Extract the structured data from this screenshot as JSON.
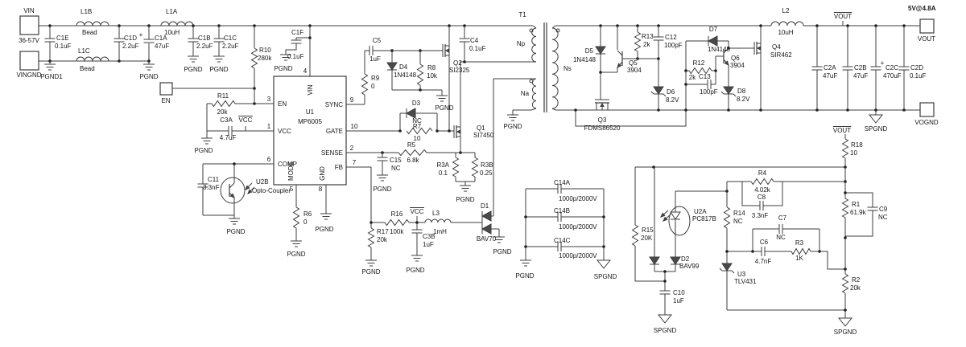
{
  "schematic": {
    "labels": [
      [
        "vin-terminal-label",
        "VIN",
        36,
        16,
        "m"
      ],
      [
        "vin-range",
        "36-57V",
        36,
        53,
        "m"
      ],
      [
        "vingnd-terminal-label",
        "VINGND",
        36,
        96,
        "m"
      ],
      [
        "pgnd1-label",
        "PGND1",
        64,
        98,
        "m"
      ],
      [
        "l1b-ref",
        "L1B",
        100,
        17,
        "s"
      ],
      [
        "l1b-val",
        "Bead",
        102,
        43,
        "s"
      ],
      [
        "l1c-ref",
        "L1C",
        97,
        66,
        "s"
      ],
      [
        "l1c-val",
        "Bead",
        99,
        88,
        "s"
      ],
      [
        "c1e-ref",
        "C1E",
        70,
        50,
        "s"
      ],
      [
        "c1e-val",
        "0.1uF",
        68,
        60,
        "s"
      ],
      [
        "c1d-ref",
        "C1D",
        154,
        50,
        "s"
      ],
      [
        "c1d-val",
        "2.2uF",
        152,
        60,
        "s"
      ],
      [
        "c1a-plus",
        "+",
        175,
        46,
        "m"
      ],
      [
        "c1a-ref",
        "C1A",
        192,
        50,
        "s"
      ],
      [
        "c1a-val",
        "47uF",
        192,
        60,
        "s"
      ],
      [
        "l1a-ref",
        "L1A",
        206,
        17,
        "s"
      ],
      [
        "l1a-val",
        "10uH",
        204,
        43,
        "s"
      ],
      [
        "c1b-ref",
        "C1B",
        246,
        50,
        "s"
      ],
      [
        "c1b-val",
        "2.2uF",
        244,
        60,
        "s"
      ],
      [
        "c1c-ref",
        "C1C",
        278,
        50,
        "s"
      ],
      [
        "c1c-val",
        "2.2uF",
        276,
        60,
        "s"
      ],
      [
        "pgnd-c1a",
        "PGND",
        185,
        98,
        "m"
      ],
      [
        "pgnd-c1b",
        "PGND",
        240,
        89,
        "m"
      ],
      [
        "pgnd-c1c",
        "PGND",
        272,
        89,
        "m"
      ],
      [
        "r10-ref",
        "R10",
        322,
        65,
        "s"
      ],
      [
        "r10-val",
        "280k",
        320,
        75,
        "s"
      ],
      [
        "c1f-ref",
        "C1F",
        362,
        43,
        "s"
      ],
      [
        "c1f-val",
        "0.1uF",
        357,
        73,
        "s"
      ],
      [
        "pgnd-c1f",
        "PGND",
        352,
        88,
        "m"
      ],
      [
        "en-terminal-label",
        "EN",
        206,
        128,
        "m"
      ],
      [
        "r11-ref",
        "R11",
        277,
        122,
        "m"
      ],
      [
        "r11-val",
        "20k",
        276,
        142,
        "m"
      ],
      [
        "c3a-ref",
        "C3A",
        281,
        152,
        "m"
      ],
      [
        "vcc-flag-1",
        "VCC",
        305,
        152,
        "m",
        "o"
      ],
      [
        "c3a-val",
        "4.7uF",
        283,
        174,
        "m"
      ],
      [
        "pgnd-c3a",
        "PGND",
        253,
        190,
        "m"
      ],
      [
        "u1-ref",
        "U1",
        385,
        142,
        "m"
      ],
      [
        "u1-part",
        "MP6005",
        385,
        154,
        "m"
      ],
      [
        "u1-pin-en",
        "EN",
        345,
        132,
        "s"
      ],
      [
        "u1-pin-vcc",
        "VCC",
        345,
        166,
        "s"
      ],
      [
        "u1-pin-comp",
        "COMP",
        345,
        207,
        "s"
      ],
      [
        "u1-pin-sync",
        "SYNC",
        426,
        133,
        "e"
      ],
      [
        "u1-pin-gate",
        "GATE",
        426,
        166,
        "e"
      ],
      [
        "u1-pin-sense",
        "SENSE",
        426,
        193,
        "e"
      ],
      [
        "u1-pin-fb",
        "FB",
        426,
        211,
        "e"
      ],
      [
        "u1-pin-vin",
        "VIN",
        388,
        112,
        "m",
        "v"
      ],
      [
        "u1-pin-mode",
        "MODE",
        364,
        213,
        "m",
        "v"
      ],
      [
        "u1-pin-gnd",
        "GND",
        403,
        216,
        "m",
        "v"
      ],
      [
        "u1-pin3",
        "3",
        334,
        126,
        "m"
      ],
      [
        "u1-pin1",
        "1",
        334,
        160,
        "m"
      ],
      [
        "u1-pin6",
        "6",
        334,
        201,
        "m"
      ],
      [
        "u1-pin9",
        "9",
        437,
        127,
        "m"
      ],
      [
        "u1-pin10",
        "10",
        440,
        160,
        "m"
      ],
      [
        "u1-pin2",
        "2",
        437,
        187,
        "m"
      ],
      [
        "u1-pin7",
        "7",
        440,
        205,
        "m"
      ],
      [
        "u1-pin4",
        "4",
        379,
        91,
        "m"
      ],
      [
        "u1-pin5",
        "5",
        362,
        238,
        "m"
      ],
      [
        "u1-pin8",
        "8",
        398,
        238,
        "m"
      ],
      [
        "u2b-ref",
        "U2B",
        318,
        229,
        "s"
      ],
      [
        "u2b-part",
        "Opto-Coupler",
        313,
        240,
        "s"
      ],
      [
        "c11-ref",
        "C11",
        258,
        226,
        "s"
      ],
      [
        "c11-val",
        "3.3nF",
        252,
        236,
        "s"
      ],
      [
        "pgnd-u2b",
        "PGND",
        293,
        291,
        "m"
      ],
      [
        "r6-ref",
        "R6",
        377,
        269,
        "s"
      ],
      [
        "r6-val",
        "0",
        377,
        279,
        "s"
      ],
      [
        "pgnd-r6",
        "PGND",
        368,
        319,
        "m"
      ],
      [
        "pgnd-u1",
        "PGND",
        403,
        288,
        "m"
      ],
      [
        "r9-ref",
        "R9",
        461,
        100,
        "s"
      ],
      [
        "r9-val",
        "0",
        461,
        110,
        "s"
      ],
      [
        "c5-ref",
        "C5",
        468,
        53,
        "m"
      ],
      [
        "c5-val",
        "1uF",
        466,
        76,
        "m"
      ],
      [
        "d4-ref",
        "D4",
        496,
        86,
        "s"
      ],
      [
        "d4-val",
        "1N4148",
        489,
        96,
        "s"
      ],
      [
        "r8-ref",
        "R8",
        531,
        87,
        "s"
      ],
      [
        "r8-val",
        "10k",
        530,
        97,
        "s"
      ],
      [
        "pgnd-gate",
        "PGND",
        552,
        137,
        "m"
      ],
      [
        "q2-ref",
        "Q2",
        563,
        81,
        "s"
      ],
      [
        "q2-part",
        "SI2325",
        558,
        90,
        "s"
      ],
      [
        "c4-ref",
        "C4",
        584,
        53,
        "s"
      ],
      [
        "c4-val",
        "0.1uF",
        583,
        63,
        "s"
      ],
      [
        "d3-ref",
        "D3",
        517,
        131,
        "m"
      ],
      [
        "d3-nc",
        "NC",
        518,
        153,
        "m"
      ],
      [
        "r7-ref",
        "R7",
        518,
        160,
        "m"
      ],
      [
        "r7-val",
        "10",
        518,
        175,
        "m"
      ],
      [
        "q1-ref",
        "Q1",
        592,
        162,
        "s"
      ],
      [
        "q1-part",
        "SI7450",
        588,
        171,
        "s"
      ],
      [
        "r5-ref",
        "R5",
        511,
        183,
        "m"
      ],
      [
        "r5-val",
        "6.8k",
        513,
        202,
        "m"
      ],
      [
        "c15-ref",
        "C15",
        484,
        202,
        "s"
      ],
      [
        "c15-nc",
        "NC",
        486,
        212,
        "s"
      ],
      [
        "pgnd-c15",
        "PGND",
        475,
        238,
        "m"
      ],
      [
        "r3a-ref",
        "R3A",
        558,
        208,
        "e"
      ],
      [
        "r3a-val",
        "0.1",
        556,
        218,
        "e"
      ],
      [
        "r3b-ref",
        "R3B",
        597,
        208,
        "s"
      ],
      [
        "r3b-val",
        "0.25",
        596,
        218,
        "s"
      ],
      [
        "pgnd-r3",
        "PGND",
        578,
        251,
        "m"
      ],
      [
        "r16-ref",
        "R16",
        493,
        269,
        "m"
      ],
      [
        "r17-ref",
        "R17",
        468,
        291,
        "s"
      ],
      [
        "r16-val",
        "100k",
        484,
        291,
        "s"
      ],
      [
        "r17-val",
        "20k",
        468,
        301,
        "s"
      ],
      [
        "pgnd-r17",
        "PGND",
        461,
        341,
        "m"
      ],
      [
        "vcc-flag-2",
        "VCC",
        518,
        266,
        "m",
        "o"
      ],
      [
        "c3b-ref",
        "C3B",
        525,
        297,
        "s"
      ],
      [
        "c3b-val",
        "1uF",
        525,
        307,
        "s"
      ],
      [
        "pgnd-c3b",
        "PGND",
        516,
        339,
        "m"
      ],
      [
        "l3-ref",
        "L3",
        537,
        268,
        "s"
      ],
      [
        "l3-val",
        "1mH",
        538,
        291,
        "s"
      ],
      [
        "d1-ref",
        "D1",
        597,
        259,
        "s"
      ],
      [
        "d1-part",
        "BAV70",
        604,
        300,
        "m"
      ],
      [
        "pgnd-d1",
        "PGND",
        624,
        316,
        "m"
      ],
      [
        "pgnd-na",
        "PGND",
        637,
        160,
        "m"
      ],
      [
        "t1-ref",
        "T1",
        649,
        21,
        "m"
      ],
      [
        "np-label",
        "Np",
        647,
        57,
        "m"
      ],
      [
        "ns-label",
        "Ns",
        700,
        88,
        "s"
      ],
      [
        "na-label",
        "Na",
        652,
        119,
        "m"
      ],
      [
        "c14a-ref",
        "C14A",
        688,
        230,
        "s"
      ],
      [
        "c14a-val",
        "1000p/2000V",
        694,
        250,
        "s"
      ],
      [
        "c14b-ref",
        "C14B",
        688,
        265,
        "s"
      ],
      [
        "c14b-val",
        "1000p/2000V",
        694,
        285,
        "s"
      ],
      [
        "c14c-ref",
        "C14C",
        688,
        302,
        "s"
      ],
      [
        "c14c-val",
        "1000p/2000V",
        694,
        321,
        "s"
      ],
      [
        "pgnd-c14",
        "PGND",
        652,
        346,
        "m"
      ],
      [
        "spgnd-c14",
        "SPGND",
        752,
        347,
        "m"
      ],
      [
        "d5-ref",
        "D5",
        737,
        66,
        "e"
      ],
      [
        "d5-val",
        "1N4148",
        740,
        77,
        "e"
      ],
      [
        "q5-ref",
        "Q5",
        781,
        81,
        "s"
      ],
      [
        "q5-part",
        "3904",
        779,
        90,
        "s"
      ],
      [
        "r13-ref",
        "R13",
        797,
        48,
        "s"
      ],
      [
        "r13-val",
        "2k",
        799,
        58,
        "s"
      ],
      [
        "c12-ref",
        "C12",
        826,
        49,
        "s"
      ],
      [
        "c12-val",
        "100pF",
        825,
        59,
        "s"
      ],
      [
        "d6-ref",
        "D6",
        828,
        117,
        "s"
      ],
      [
        "d6-val",
        "8.2V",
        827,
        127,
        "s"
      ],
      [
        "q3-ref",
        "Q3",
        748,
        152,
        "m"
      ],
      [
        "q3-part",
        "FDMS86520",
        748,
        162,
        "m"
      ],
      [
        "d7-ref",
        "D7",
        886,
        39,
        "m"
      ],
      [
        "d7-val",
        "1N4148",
        893,
        64,
        "m"
      ],
      [
        "r12-ref",
        "R12",
        868,
        81,
        "m"
      ],
      [
        "r12-val",
        "2k",
        860,
        99,
        "m"
      ],
      [
        "c13-ref",
        "C13",
        868,
        98,
        "s"
      ],
      [
        "c13-val",
        "100pF",
        869,
        117,
        "s"
      ],
      [
        "q6-ref",
        "Q6",
        908,
        75,
        "s"
      ],
      [
        "q6-part",
        "3904",
        907,
        84,
        "s"
      ],
      [
        "d8-ref",
        "D8",
        916,
        116,
        "s"
      ],
      [
        "d8-val",
        "8.2V",
        915,
        126,
        "s"
      ],
      [
        "q4-ref",
        "Q4",
        959,
        61,
        "s"
      ],
      [
        "q4-part",
        "SIR462",
        957,
        71,
        "s"
      ],
      [
        "l2-ref",
        "L2",
        976,
        16,
        "m"
      ],
      [
        "l2-val",
        "10uH",
        976,
        43,
        "m"
      ],
      [
        "vout-flag-top",
        "VOUT",
        1047,
        23,
        "m",
        "o"
      ],
      [
        "rating",
        "5V@4.8A",
        1128,
        13,
        "s",
        "b"
      ],
      [
        "vout-terminal-label",
        "VOUT",
        1151,
        51,
        "m"
      ],
      [
        "vognd-terminal-label",
        "VOGND",
        1151,
        155,
        "m"
      ],
      [
        "c2a-ref",
        "C2A",
        1023,
        87,
        "s"
      ],
      [
        "c2a-val",
        "47uF",
        1022,
        97,
        "s"
      ],
      [
        "c2b-ref",
        "C2B",
        1061,
        87,
        "s"
      ],
      [
        "c2b-val",
        "47uF",
        1060,
        97,
        "s"
      ],
      [
        "c2c-plus",
        "+",
        1096,
        81,
        "m"
      ],
      [
        "c2c-ref",
        "C2C",
        1100,
        87,
        "s"
      ],
      [
        "c2c-val",
        "470uF",
        1097,
        97,
        "s"
      ],
      [
        "c2d-ref",
        "C2D",
        1131,
        87,
        "s"
      ],
      [
        "c2d-val",
        "0.1uF",
        1130,
        97,
        "s"
      ],
      [
        "spgnd-out",
        "SPGND",
        1088,
        163,
        "m"
      ],
      [
        "vout-flag-fb",
        "VOUT",
        1046,
        165,
        "m",
        "o"
      ],
      [
        "r18-ref",
        "R18",
        1057,
        183,
        "s"
      ],
      [
        "r18-val",
        "10",
        1056,
        193,
        "s"
      ],
      [
        "r1-ref",
        "R1",
        1058,
        257,
        "s"
      ],
      [
        "r1-val",
        "61.9k",
        1056,
        267,
        "s"
      ],
      [
        "c9-ref",
        "C9",
        1092,
        263,
        "s"
      ],
      [
        "c9-nc",
        "NC",
        1091,
        273,
        "s"
      ],
      [
        "r2-ref",
        "R2",
        1058,
        351,
        "s"
      ],
      [
        "r2-val",
        "20k",
        1056,
        361,
        "s"
      ],
      [
        "spgnd-r2",
        "SPGND",
        1050,
        416,
        "m"
      ],
      [
        "r4-ref",
        "R4",
        947,
        218,
        "m"
      ],
      [
        "r4-val",
        "4.02k",
        947,
        239,
        "m"
      ],
      [
        "c8-ref",
        "C8",
        946,
        248,
        "m"
      ],
      [
        "c8-val",
        "3.3nF",
        944,
        271,
        "m"
      ],
      [
        "r14-ref",
        "R14",
        911,
        268,
        "s"
      ],
      [
        "r14-nc",
        "NC",
        911,
        278,
        "s"
      ],
      [
        "c7-ref",
        "C7",
        972,
        274,
        "m"
      ],
      [
        "c7-nc",
        "NC",
        970,
        298,
        "m"
      ],
      [
        "c6-ref",
        "C6",
        949,
        304,
        "m"
      ],
      [
        "c6-val",
        "4.7nF",
        948,
        328,
        "m"
      ],
      [
        "r3-ref",
        "R3",
        993,
        305,
        "m"
      ],
      [
        "r3-val",
        "1K",
        993,
        324,
        "m"
      ],
      [
        "r15-ref",
        "R15",
        797,
        289,
        "s"
      ],
      [
        "r15-val",
        "20K",
        796,
        299,
        "s"
      ],
      [
        "u2a-ref",
        "U2A",
        862,
        266,
        "s"
      ],
      [
        "u2a-part",
        "PC817B",
        860,
        275,
        "s"
      ],
      [
        "d2-ref",
        "D2",
        846,
        325,
        "s"
      ],
      [
        "d2-part",
        "BAV99",
        844,
        334,
        "s"
      ],
      [
        "c10-ref",
        "C10",
        836,
        367,
        "s"
      ],
      [
        "c10-val",
        "1uF",
        836,
        377,
        "s"
      ],
      [
        "spgnd-c10",
        "SPGND",
        826,
        414,
        "m"
      ],
      [
        "u3-ref",
        "U3",
        916,
        344,
        "s"
      ],
      [
        "u3-part",
        "TLV431",
        912,
        353,
        "s"
      ]
    ]
  }
}
